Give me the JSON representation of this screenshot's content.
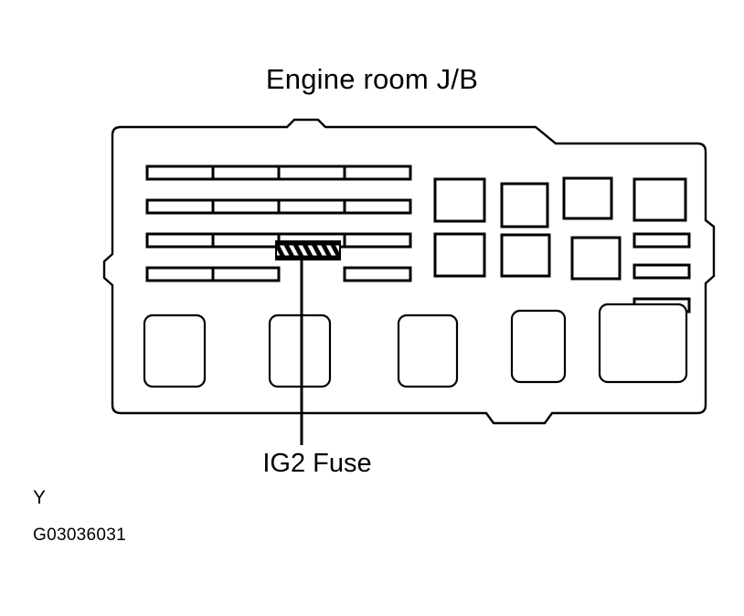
{
  "title": "Engine room J/B",
  "callout": {
    "label": "IG2 Fuse",
    "target": "highlighted-fuse-slot"
  },
  "corner_letter": "Y",
  "figure_id": "G03036031",
  "colors": {
    "line": "#000000",
    "background": "#ffffff",
    "highlight_fill": "#000000",
    "highlight_hatch": "#ffffff"
  },
  "diagram": {
    "type": "fuse-box-outline",
    "fuse_grid": {
      "rows": 4,
      "columns": 4,
      "highlighted_row": 4,
      "highlighted_column": 3
    },
    "relay_squares_count": 7,
    "side_slots_count": 3,
    "sockets_count": 5
  },
  "icons": {
    "highlighted_fuse": "hatched-rectangle-icon",
    "leader": "leader-line-icon"
  }
}
